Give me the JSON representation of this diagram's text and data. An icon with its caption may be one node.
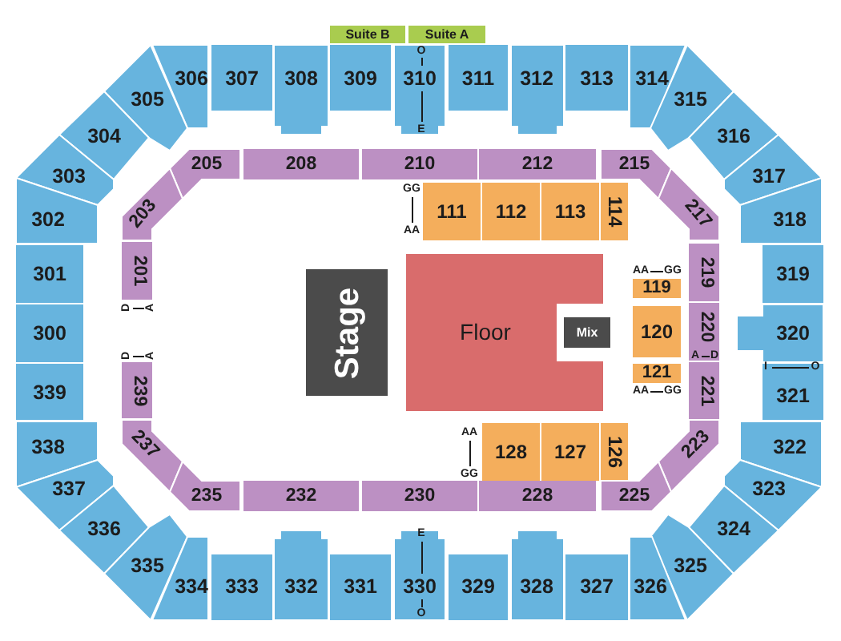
{
  "diagram": {
    "nodes": [
      {
        "text": [
          "Suite B"
        ]
      },
      {
        "text": [
          "Suite A"
        ]
      },
      {
        "text": [
          "306"
        ]
      },
      {
        "text": [
          "307"
        ]
      },
      {
        "text": [
          "308"
        ]
      },
      {
        "text": [
          "309"
        ]
      },
      {
        "text": [
          "310"
        ]
      },
      {
        "text": [
          "311"
        ]
      },
      {
        "text": [
          "312"
        ]
      },
      {
        "text": [
          "313"
        ]
      },
      {
        "text": [
          "314"
        ]
      },
      {
        "text": [
          "305"
        ]
      },
      {
        "text": [
          "315"
        ]
      },
      {
        "text": [
          "304"
        ]
      },
      {
        "text": [
          "316"
        ]
      },
      {
        "text": [
          "205"
        ]
      },
      {
        "text": [
          "208"
        ]
      },
      {
        "text": [
          "210"
        ]
      },
      {
        "text": [
          "212"
        ]
      },
      {
        "text": [
          "215"
        ]
      },
      {
        "text": [
          "303"
        ]
      },
      {
        "text": [
          "317"
        ]
      },
      {
        "text": [
          "302"
        ]
      },
      {
        "text": [
          "203"
        ]
      },
      {
        "text": [
          "111"
        ]
      },
      {
        "text": [
          "112"
        ]
      },
      {
        "text": [
          "113"
        ]
      },
      {
        "text": [
          "114"
        ]
      },
      {
        "text": [
          "217"
        ]
      },
      {
        "text": [
          "318"
        ]
      },
      {
        "text": [
          "301"
        ]
      },
      {
        "text": [
          "201"
        ]
      },
      {
        "text": [
          "219"
        ]
      },
      {
        "text": [
          "319"
        ]
      },
      {
        "text": [
          "119"
        ]
      },
      {
        "text": [
          "300"
        ]
      },
      {
        "text": [
          "Stage"
        ]
      },
      {
        "text": [
          "Floor"
        ]
      },
      {
        "text": [
          "Mix"
        ]
      },
      {
        "text": [
          "120"
        ]
      },
      {
        "text": [
          "220"
        ]
      },
      {
        "text": [
          "320"
        ]
      },
      {
        "text": [
          "121"
        ]
      },
      {
        "text": [
          "339"
        ]
      },
      {
        "text": [
          "239"
        ]
      },
      {
        "text": [
          "221"
        ]
      },
      {
        "text": [
          "321"
        ]
      },
      {
        "text": [
          "338"
        ]
      },
      {
        "text": [
          "237"
        ]
      },
      {
        "text": [
          "128"
        ]
      },
      {
        "text": [
          "127"
        ]
      },
      {
        "text": [
          "126"
        ]
      },
      {
        "text": [
          "223"
        ]
      },
      {
        "text": [
          "322"
        ]
      },
      {
        "text": [
          "337"
        ]
      },
      {
        "text": [
          "235"
        ]
      },
      {
        "text": [
          "232"
        ]
      },
      {
        "text": [
          "230"
        ]
      },
      {
        "text": [
          "228"
        ]
      },
      {
        "text": [
          "225"
        ]
      },
      {
        "text": [
          "323"
        ]
      },
      {
        "text": [
          "336"
        ]
      },
      {
        "text": [
          "324"
        ]
      },
      {
        "text": [
          "335"
        ]
      },
      {
        "text": [
          "325"
        ]
      },
      {
        "text": [
          "334"
        ]
      },
      {
        "text": [
          "333"
        ]
      },
      {
        "text": [
          "332"
        ]
      },
      {
        "text": [
          "331"
        ]
      },
      {
        "text": [
          "330"
        ]
      },
      {
        "text": [
          "329"
        ]
      },
      {
        "text": [
          "328"
        ]
      },
      {
        "text": [
          "327"
        ]
      },
      {
        "text": [
          "326"
        ]
      }
    ],
    "labels": [
      "O",
      "E",
      "GG",
      "AA",
      "AA",
      "GG",
      "D",
      "A",
      "D",
      "A",
      "A",
      "D",
      "I",
      "O",
      "AA",
      "GG",
      "AA",
      "GG",
      "E",
      "O"
    ]
  }
}
